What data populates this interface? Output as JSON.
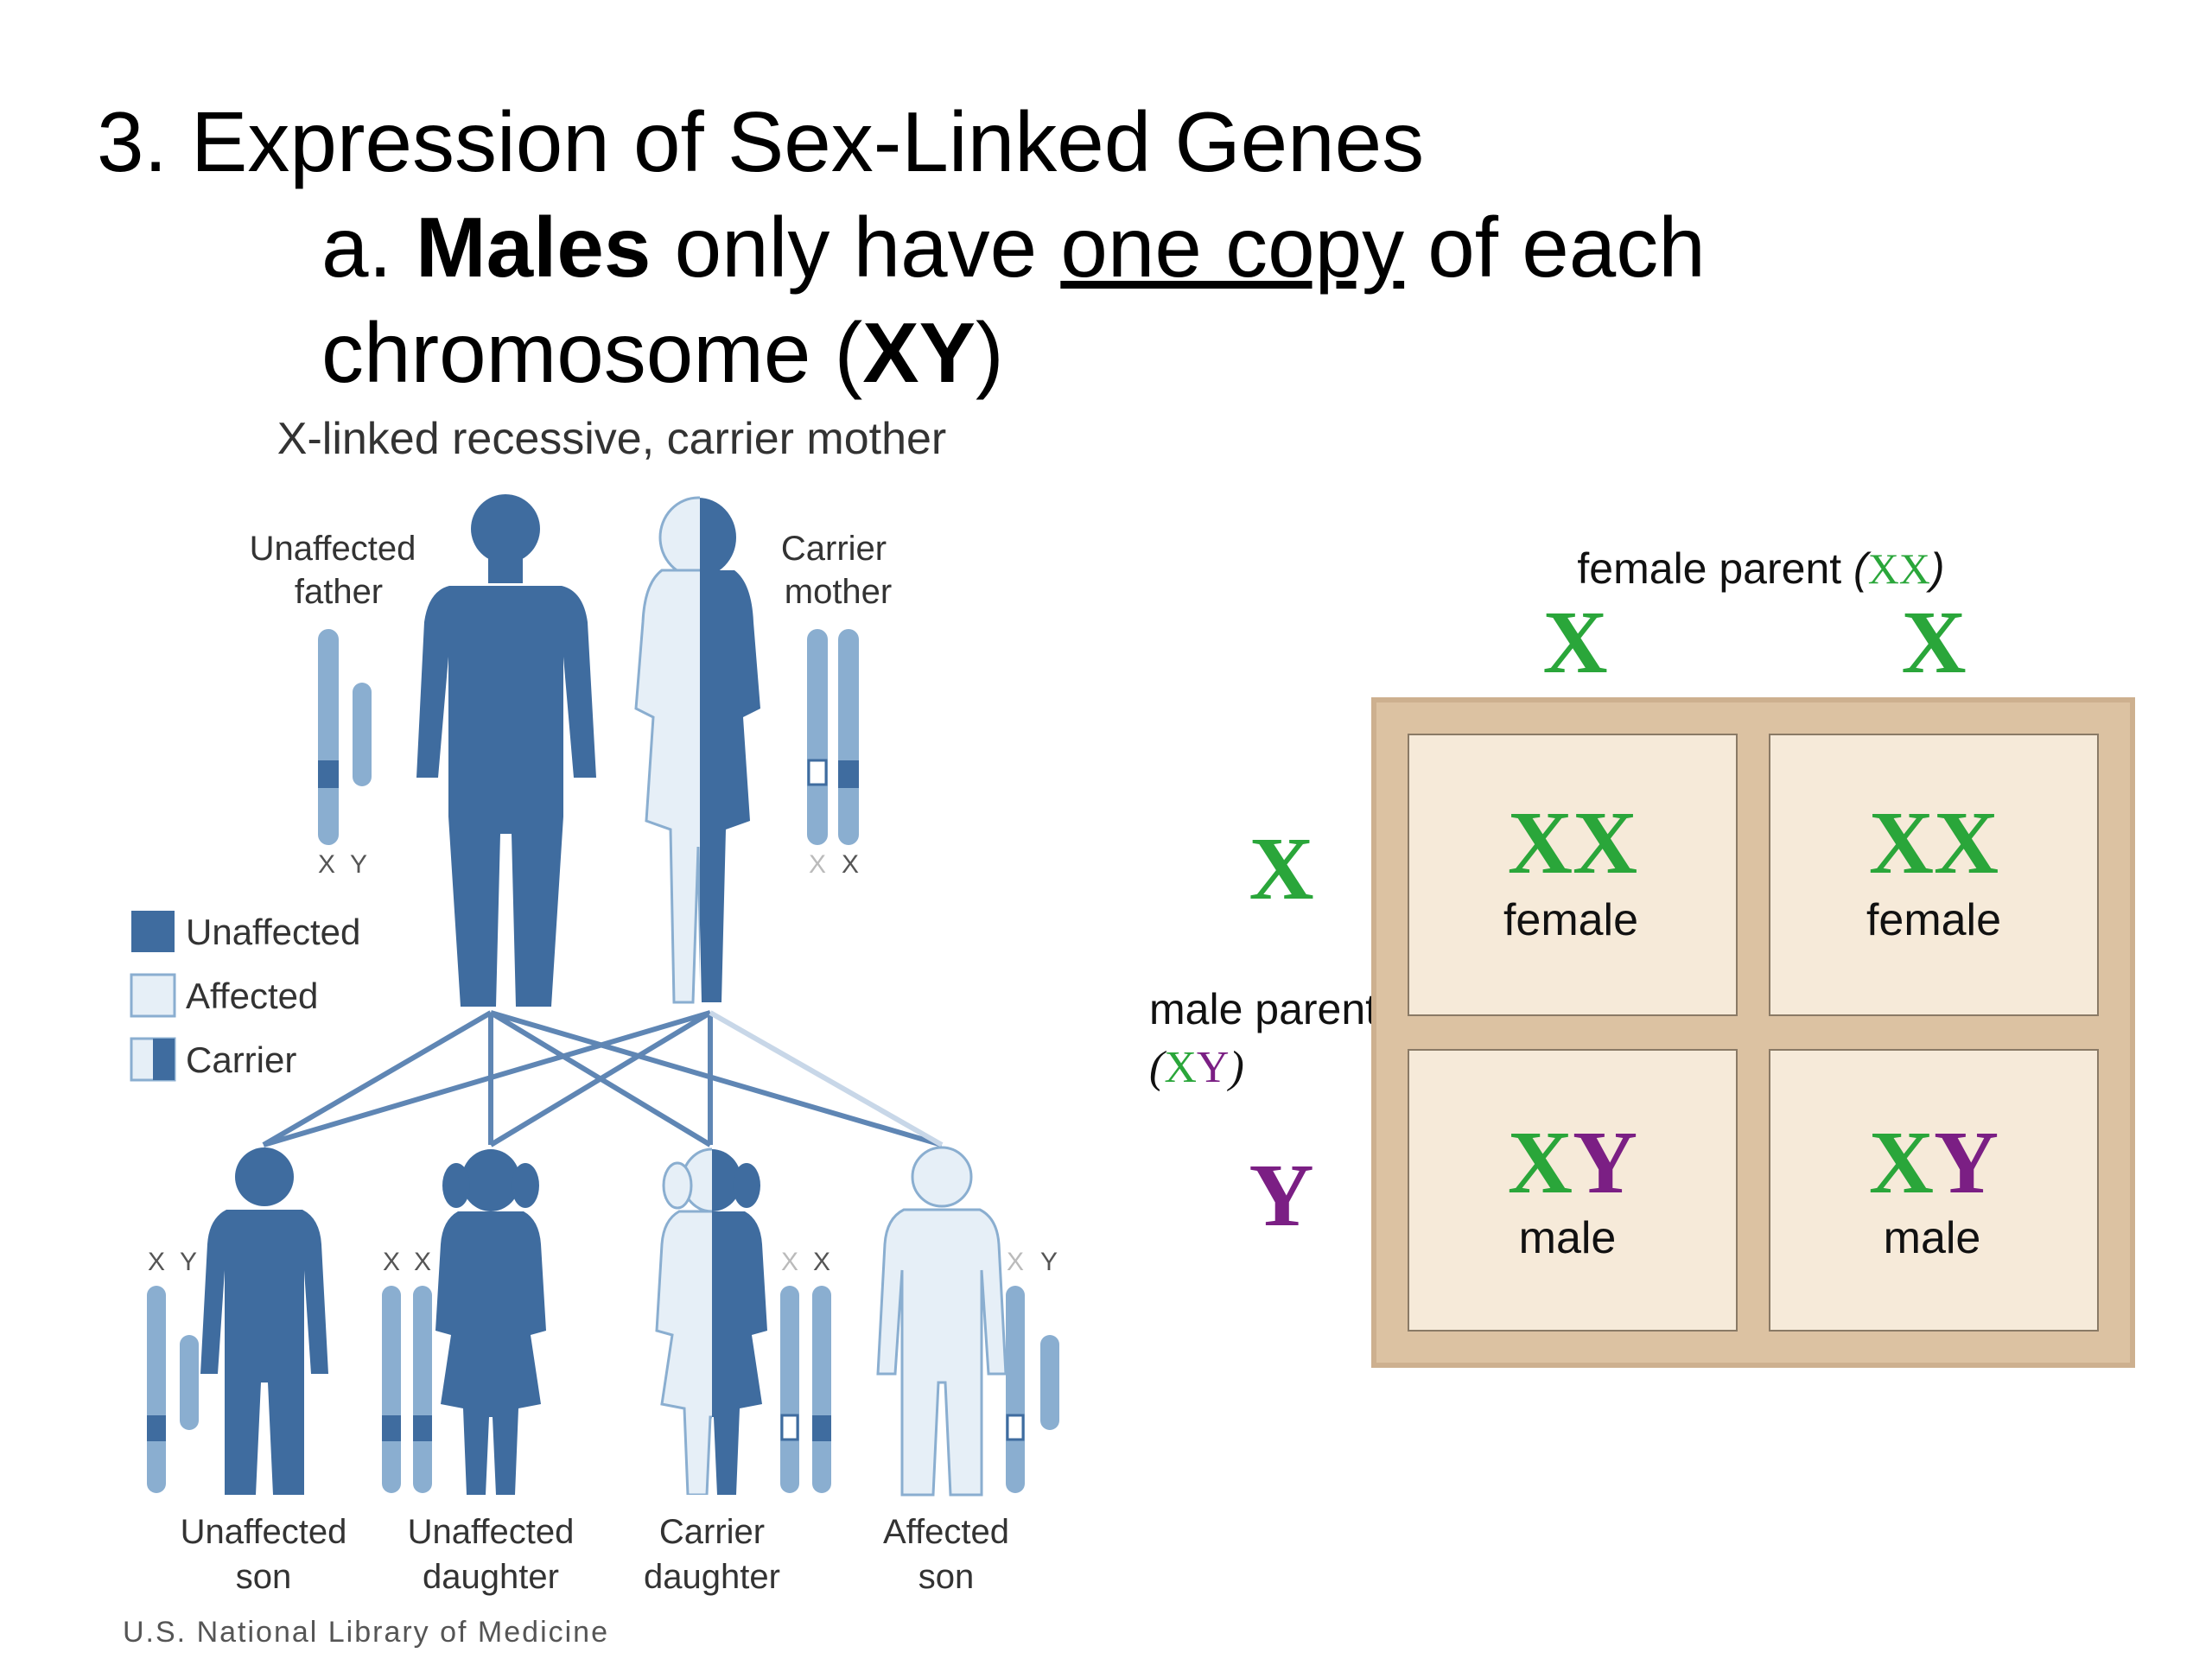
{
  "slide": {
    "title": "3. Expression of Sex-Linked Genes",
    "bullet": {
      "prefix": "a. ",
      "bold1": "Males",
      "mid": " only have ",
      "underlined": "one copy",
      "after": " of each",
      "line2_prefix": "chromosome (",
      "bold2": "XY",
      "line2_suffix": ")"
    }
  },
  "pedigree": {
    "title": "X-linked recessive, carrier mother",
    "father": {
      "label1": "Unaffected",
      "label2": "father",
      "chrom1": "X",
      "chrom2": "Y"
    },
    "mother": {
      "label1": "Carrier",
      "label2": "mother",
      "chrom1": "X",
      "chrom2": "X"
    },
    "legend": {
      "unaffected": "Unaffected",
      "affected": "Affected",
      "carrier": "Carrier"
    },
    "children": [
      {
        "label1": "Unaffected",
        "label2": "son",
        "chrom1": "X",
        "chrom2": "Y"
      },
      {
        "label1": "Unaffected",
        "label2": "daughter",
        "chrom1": "X",
        "chrom2": "X"
      },
      {
        "label1": "Carrier",
        "label2": "daughter",
        "chrom1": "X",
        "chrom2": "X"
      },
      {
        "label1": "Affected",
        "label2": "son",
        "chrom1": "X",
        "chrom2": "Y"
      }
    ],
    "credit": "U.S. National Library of Medicine",
    "colors": {
      "dark": "#3f6c9f",
      "light": "#e6eff7",
      "mid": "#8aaed0"
    }
  },
  "punnett": {
    "female_parent_label": "female parent ",
    "female_parent_genotype_open": "(",
    "female_parent_genotype": "XX",
    "female_parent_genotype_close": ")",
    "male_parent_label": "male parent",
    "male_parent_genotype_open": "(",
    "male_parent_genotype_x": "X",
    "male_parent_genotype_y": "Y",
    "male_parent_genotype_close": ")",
    "top_alleles": [
      "X",
      "X"
    ],
    "side_alleles": [
      "X",
      "Y"
    ],
    "cells": [
      {
        "g1": "X",
        "g2": "X",
        "sex": "female"
      },
      {
        "g1": "X",
        "g2": "X",
        "sex": "female"
      },
      {
        "g1": "X",
        "g2": "Y",
        "sex": "male"
      },
      {
        "g1": "X",
        "g2": "Y",
        "sex": "male"
      }
    ],
    "colors": {
      "x": "#2aa63a",
      "y": "#7b1f84",
      "frame": "#dcc2a2",
      "cell": "#f6ead9"
    }
  }
}
